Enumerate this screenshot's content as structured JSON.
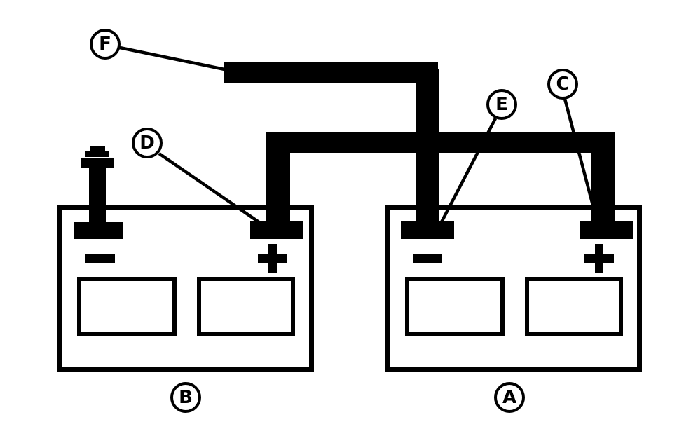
{
  "colors": {
    "ink": "#000000",
    "background": "#ffffff"
  },
  "callouts": {
    "f": "F",
    "d": "D",
    "e": "E",
    "c": "C"
  },
  "batteries": {
    "b": {
      "label": "B",
      "negative_symbol": "−",
      "positive_symbol": "+"
    },
    "a": {
      "label": "A",
      "negative_symbol": "−",
      "positive_symbol": "+"
    }
  }
}
